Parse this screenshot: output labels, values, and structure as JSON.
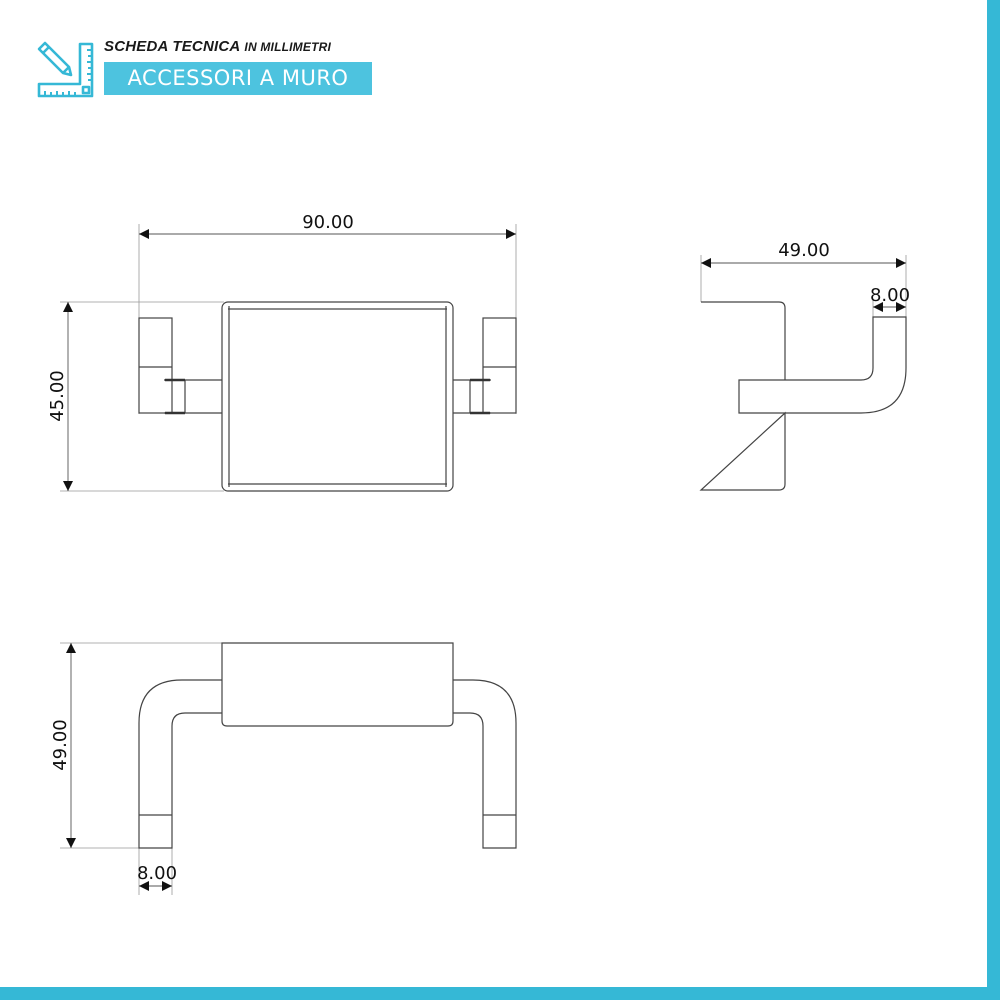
{
  "header": {
    "logo_icon": "pencil-ruler-icon",
    "subtitle_main": "SCHEDA TECNICA",
    "subtitle_small": "IN MILLIMETRI",
    "banner": "ACCESSORI A MURO"
  },
  "colors": {
    "accent": "#4dc3df",
    "frame": "#35b8d6",
    "line": "#333333",
    "dimension_line": "#888888"
  },
  "views": {
    "front": {
      "width_label": "90.00",
      "height_label": "45.00"
    },
    "side": {
      "depth_label": "49.00",
      "arm_label": "8.00"
    },
    "top": {
      "depth_label": "49.00",
      "arm_label": "8.00"
    }
  }
}
